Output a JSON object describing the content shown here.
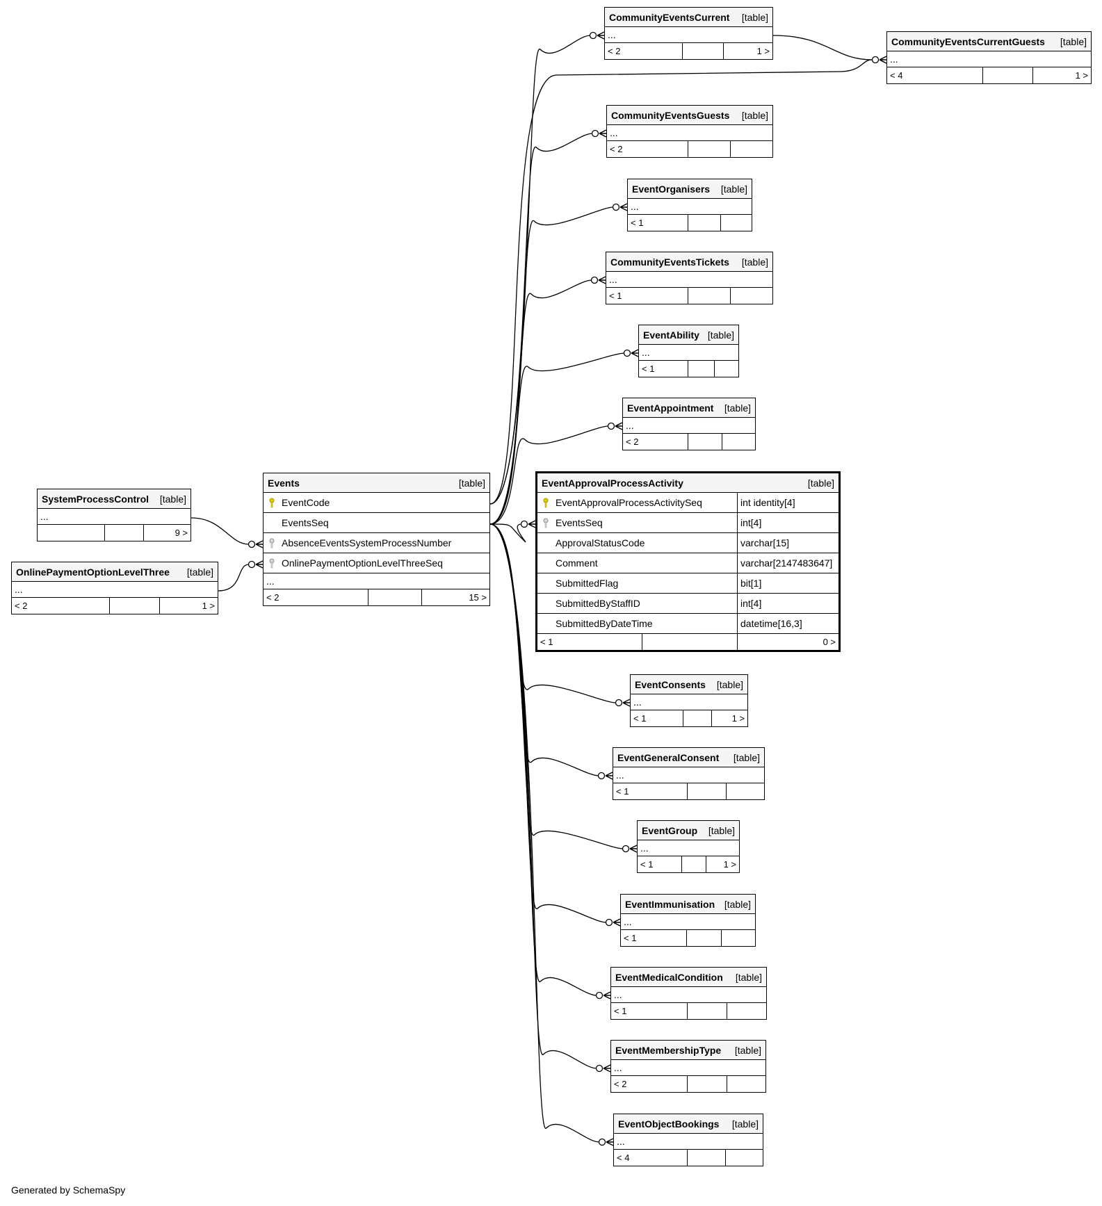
{
  "tables": {
    "systemProcessControl": {
      "name": "SystemProcessControl",
      "kind": "[table]",
      "more": "...",
      "children": "",
      "parents": "9 >"
    },
    "onlinePaymentOptionLevelThree": {
      "name": "OnlinePaymentOptionLevelThree",
      "kind": "[table]",
      "more": "...",
      "children": "< 2",
      "parents": "1 >"
    },
    "events": {
      "name": "Events",
      "kind": "[table]",
      "columns": [
        "EventCode",
        "EventsSeq",
        "AbsenceEventsSystemProcessNumber",
        "OnlinePaymentOptionLevelThreeSeq"
      ],
      "more": "...",
      "children": "< 2",
      "parents": "15 >"
    },
    "eventApprovalProcessActivity": {
      "name": "EventApprovalProcessActivity",
      "kind": "[table]",
      "columns": [
        {
          "name": "EventApprovalProcessActivitySeq",
          "type": "int identity[4]"
        },
        {
          "name": "EventsSeq",
          "type": "int[4]"
        },
        {
          "name": "ApprovalStatusCode",
          "type": "varchar[15]"
        },
        {
          "name": "Comment",
          "type": "varchar[2147483647]"
        },
        {
          "name": "SubmittedFlag",
          "type": "bit[1]"
        },
        {
          "name": "SubmittedByStaffID",
          "type": "int[4]"
        },
        {
          "name": "SubmittedByDateTime",
          "type": "datetime[16,3]"
        }
      ],
      "children": "< 1",
      "parents": "0 >"
    },
    "communityEventsCurrent": {
      "name": "CommunityEventsCurrent",
      "kind": "[table]",
      "more": "...",
      "children": "< 2",
      "parents": "1 >"
    },
    "communityEventsCurrentGuests": {
      "name": "CommunityEventsCurrentGuests",
      "kind": "[table]",
      "more": "...",
      "children": "< 4",
      "parents": "1 >"
    },
    "communityEventsGuests": {
      "name": "CommunityEventsGuests",
      "kind": "[table]",
      "more": "...",
      "children": "< 2",
      "parents": ""
    },
    "eventOrganisers": {
      "name": "EventOrganisers",
      "kind": "[table]",
      "more": "...",
      "children": "< 1",
      "parents": ""
    },
    "communityEventsTickets": {
      "name": "CommunityEventsTickets",
      "kind": "[table]",
      "more": "...",
      "children": "< 1",
      "parents": ""
    },
    "eventAbility": {
      "name": "EventAbility",
      "kind": "[table]",
      "more": "...",
      "children": "< 1",
      "parents": ""
    },
    "eventAppointment": {
      "name": "EventAppointment",
      "kind": "[table]",
      "more": "...",
      "children": "< 2",
      "parents": ""
    },
    "eventConsents": {
      "name": "EventConsents",
      "kind": "[table]",
      "more": "...",
      "children": "< 1",
      "parents": "1 >"
    },
    "eventGeneralConsent": {
      "name": "EventGeneralConsent",
      "kind": "[table]",
      "more": "...",
      "children": "< 1",
      "parents": ""
    },
    "eventGroup": {
      "name": "EventGroup",
      "kind": "[table]",
      "more": "...",
      "children": "< 1",
      "parents": "1 >"
    },
    "eventImmunisation": {
      "name": "EventImmunisation",
      "kind": "[table]",
      "more": "...",
      "children": "< 1",
      "parents": ""
    },
    "eventMedicalCondition": {
      "name": "EventMedicalCondition",
      "kind": "[table]",
      "more": "...",
      "children": "< 1",
      "parents": ""
    },
    "eventMembershipType": {
      "name": "EventMembershipType",
      "kind": "[table]",
      "more": "...",
      "children": "< 2",
      "parents": ""
    },
    "eventObjectBookings": {
      "name": "EventObjectBookings",
      "kind": "[table]",
      "more": "...",
      "children": "< 4",
      "parents": ""
    }
  },
  "footer": "Generated by SchemaSpy",
  "colors": {
    "primary_key": "#e0d000",
    "foreign_key": "#b0b0b0",
    "header_bg": "#f5f5f5"
  }
}
